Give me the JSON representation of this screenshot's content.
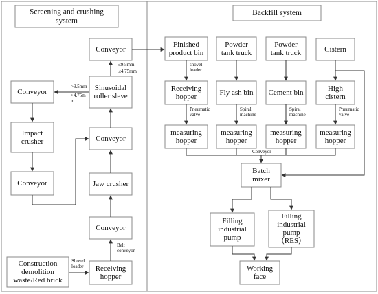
{
  "titles": {
    "screening": [
      "Screening and crushing",
      "system"
    ],
    "backfill": [
      "Backfill system"
    ]
  },
  "boxes": {
    "conveyor_top": [
      "Conveyor"
    ],
    "finished_bin": [
      "Finished",
      "product bin"
    ],
    "powder_truck_1": [
      "Powder",
      "tank truck"
    ],
    "powder_truck_2": [
      "Powder",
      "tank truck"
    ],
    "cistern": [
      "Cistern"
    ],
    "conveyor_left": [
      "Conveyor"
    ],
    "roller_sieve": [
      "Sinusoidal",
      "roller sleve"
    ],
    "receiving_hopper_top": [
      "Receiving",
      "hopper"
    ],
    "fly_ash_bin": [
      "Fly ash bin"
    ],
    "cement_bin": [
      "Cement bin"
    ],
    "high_cistern": [
      "High",
      "cistern"
    ],
    "impact_crusher": [
      "Impact",
      "crusher"
    ],
    "conveyor_mid": [
      "Conveyor"
    ],
    "measuring_1": [
      "measuring",
      "hopper"
    ],
    "measuring_2": [
      "measuring",
      "hopper"
    ],
    "measuring_3": [
      "measuring",
      "hopper"
    ],
    "measuring_4": [
      "measuring",
      "hopper"
    ],
    "batch_mixer": [
      "Batch",
      "mixer"
    ],
    "conveyor_lower_left": [
      "Conveyor"
    ],
    "jaw_crusher": [
      "Jaw crusher"
    ],
    "conveyor_lower_mid": [
      "Conveyor"
    ],
    "filling_pump": [
      "Filling",
      "industrial",
      "pump"
    ],
    "filling_pump_res": [
      "Filling",
      "industrial",
      "pump",
      "（RES）"
    ],
    "construction_waste": [
      "Construction",
      "demolition",
      "waste/Red brick"
    ],
    "receiving_hopper_bottom": [
      "Receiving",
      "hopper"
    ],
    "working_face": [
      "Working",
      "face"
    ]
  },
  "notes": {
    "le95": [
      "≤9.5mm"
    ],
    "le475": [
      "≤4.75mm"
    ],
    "gt95": [
      ">9.5mm"
    ],
    "gt475": [
      ">4.75m",
      "m"
    ],
    "shovel_loader_top": [
      "shovel",
      "loader"
    ],
    "pneumatic_valve_1": [
      "Pneumatic",
      "valve"
    ],
    "spiral_1": [
      "Spiral",
      "machine"
    ],
    "spiral_2": [
      "Spiral",
      "machine"
    ],
    "pneumatic_valve_2": [
      "Pneumatic",
      "valve"
    ],
    "conveyor_note": [
      "Conveyor"
    ],
    "belt_conveyor": [
      "Belt",
      "conveyor"
    ],
    "shovel_loader_bottom": [
      "Shovel",
      "loader"
    ]
  }
}
